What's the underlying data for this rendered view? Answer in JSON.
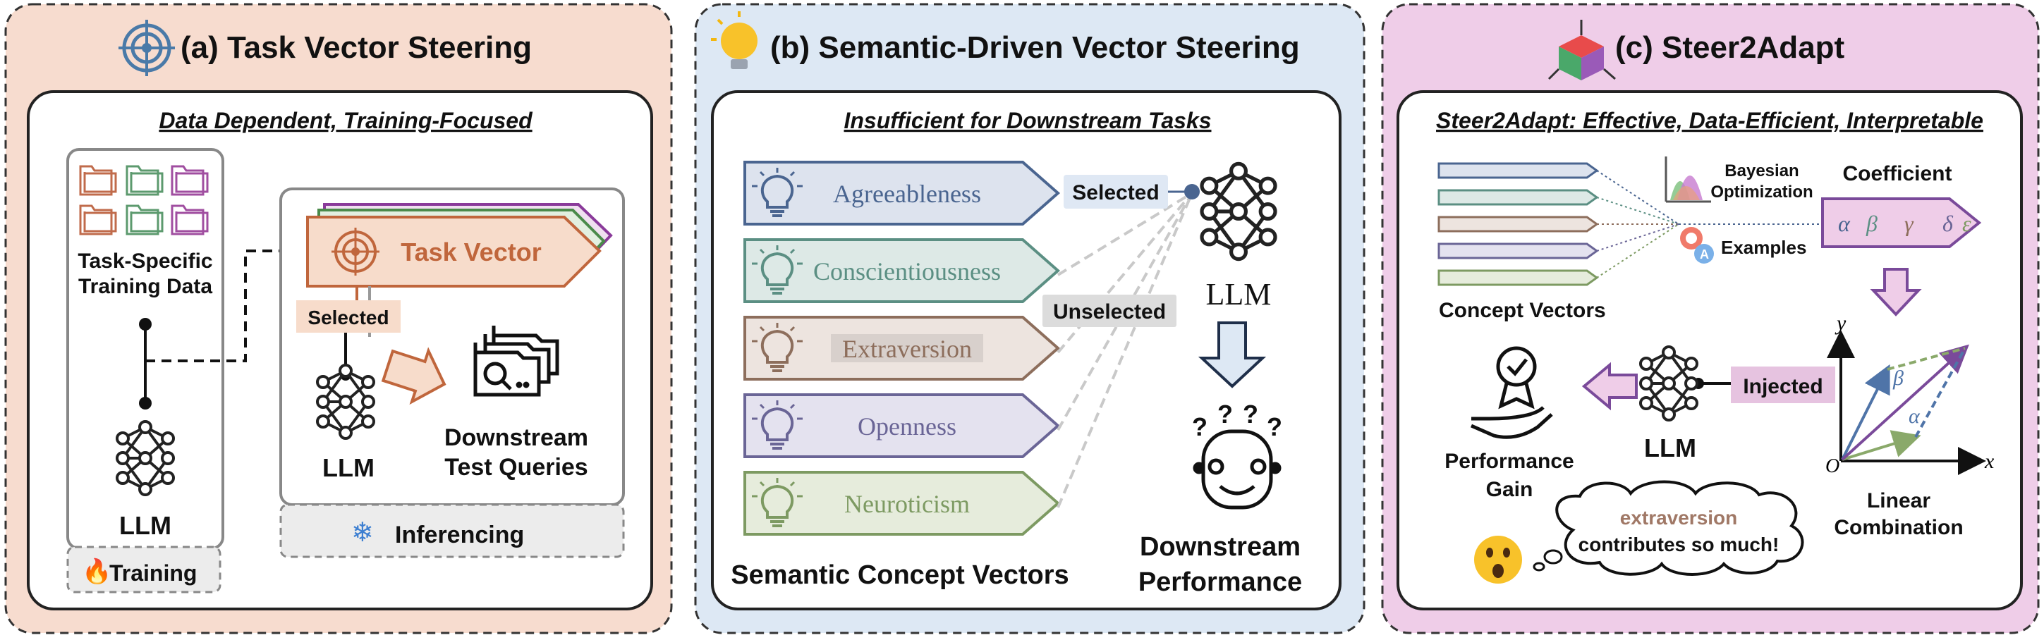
{
  "panels": {
    "a": {
      "title": "(a) Task Vector Steering",
      "subtitle": "Data Dependent, Training-Focused",
      "training_data_line1": "Task-Specific",
      "training_data_line2": "Training Data",
      "task_vector": "Task Vector",
      "selected": "Selected",
      "llm_left": "LLM",
      "llm_right": "LLM",
      "downstream_line1": "Downstream",
      "downstream_line2": "Test Queries",
      "training": "Training",
      "inferencing": "Inferencing"
    },
    "b": {
      "title": "(b) Semantic-Driven Vector Steering",
      "subtitle": "Insufficient for Downstream Tasks",
      "concepts": [
        {
          "label": "Agreeableness",
          "fill": "#dde3ee",
          "stroke": "#4a6590",
          "text": "#4a6590"
        },
        {
          "label": "Conscientiousness",
          "fill": "#dde9e6",
          "stroke": "#5b8f83",
          "text": "#5b8f83"
        },
        {
          "label": "Extraversion",
          "fill": "#ede4df",
          "stroke": "#8d6e5c",
          "text": "#8d6e5c"
        },
        {
          "label": "Openness",
          "fill": "#e4e2ef",
          "stroke": "#6a6596",
          "text": "#6a6596"
        },
        {
          "label": "Neuroticism",
          "fill": "#e6ecdc",
          "stroke": "#7d9a62",
          "text": "#7d9a62"
        }
      ],
      "selected": "Selected",
      "unselected": "Unselected",
      "llm": "LLM",
      "caption_left": "Semantic Concept Vectors",
      "caption_right_line1": "Downstream",
      "caption_right_line2": "Performance"
    },
    "c": {
      "title": "(c) Steer2Adapt",
      "subtitle": "Steer2Adapt: Effective, Data-Efficient, Interpretable",
      "bayes_line1": "Bayesian",
      "bayes_line2": "Optimization",
      "examples": "Examples",
      "coefficient": "Coefficient",
      "greek": [
        "α",
        "β",
        "γ",
        "δ",
        "ε"
      ],
      "concept_vectors": "Concept Vectors",
      "injected": "Injected",
      "llm": "LLM",
      "perf_line1": "Performance",
      "perf_line2": "Gain",
      "linear_line1": "Linear",
      "linear_line2": "Combination",
      "axis_y": "y",
      "axis_x": "x",
      "origin": "O",
      "vec_beta": "β",
      "vec_alpha": "α",
      "bubble_line1": "extraversion",
      "bubble_line2": "contributes so much!"
    }
  },
  "colors": {
    "panel_a_bg": "#f7dccf",
    "panel_b_bg": "#dde8f4",
    "panel_c_bg": "#efcde8",
    "task_vector_fill": "#f7dccb",
    "task_vector_stroke": "#c0663c",
    "injected_bg": "#e6c3e0",
    "selected_bg": "#dfe8f4"
  }
}
